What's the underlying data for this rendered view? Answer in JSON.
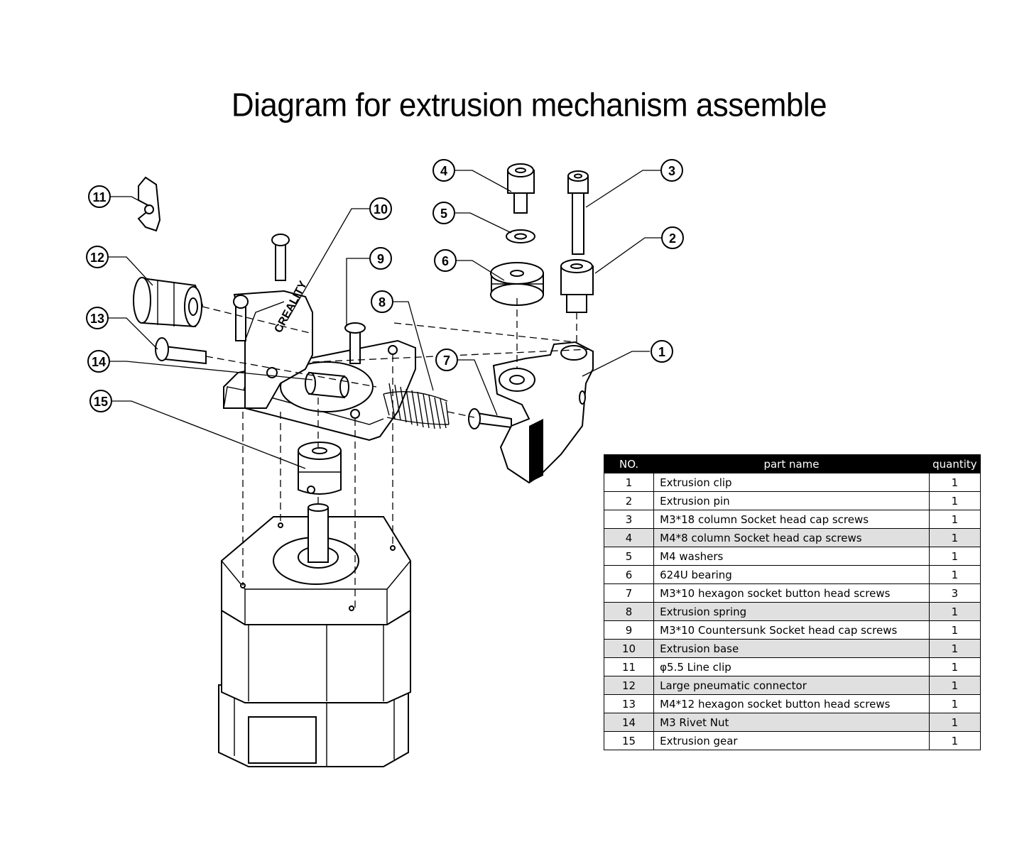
{
  "title": "Diagram for extrusion mechanism assemble",
  "brand_text": "CREALITY",
  "callouts": [
    "1",
    "2",
    "3",
    "4",
    "5",
    "6",
    "7",
    "8",
    "9",
    "10",
    "11",
    "12",
    "13",
    "14",
    "15"
  ],
  "table": {
    "headers": {
      "no": "NO.",
      "name": "part name",
      "qty": "quantity"
    },
    "rows": [
      {
        "no": "1",
        "name": "Extrusion clip",
        "qty": "1"
      },
      {
        "no": "2",
        "name": "Extrusion pin",
        "qty": "1"
      },
      {
        "no": "3",
        "name": "M3*18 column Socket head cap screws",
        "qty": "1"
      },
      {
        "no": "4",
        "name": "M4*8 column Socket head cap screws",
        "qty": "1"
      },
      {
        "no": "5",
        "name": "M4 washers",
        "qty": "1"
      },
      {
        "no": "6",
        "name": "624U bearing",
        "qty": "1"
      },
      {
        "no": "7",
        "name": "M3*10 hexagon socket button head screws",
        "qty": "3"
      },
      {
        "no": "8",
        "name": "Extrusion spring",
        "qty": "1"
      },
      {
        "no": "9",
        "name": "M3*10 Countersunk Socket head cap screws",
        "qty": "1"
      },
      {
        "no": "10",
        "name": "Extrusion base",
        "qty": "1"
      },
      {
        "no": "11",
        "name": "φ5.5 Line clip",
        "qty": "1"
      },
      {
        "no": "12",
        "name": "Large pneumatic connector",
        "qty": "1"
      },
      {
        "no": "13",
        "name": "M4*12 hexagon socket button head screws",
        "qty": "1"
      },
      {
        "no": "14",
        "name": "M3 Rivet Nut",
        "qty": "1"
      },
      {
        "no": "15",
        "name": "Extrusion gear",
        "qty": "1"
      }
    ]
  }
}
